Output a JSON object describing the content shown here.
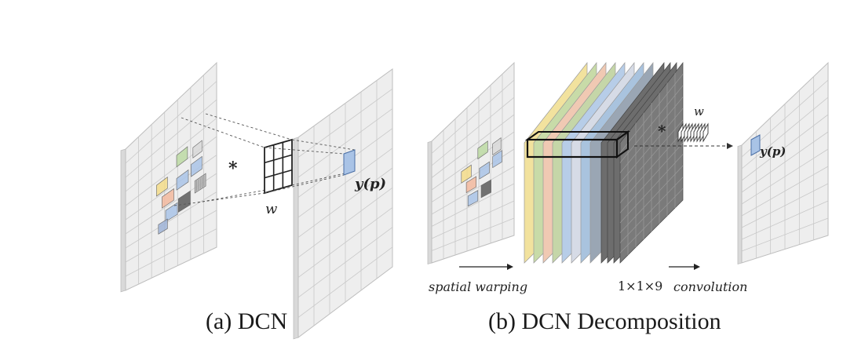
{
  "panel_a": {
    "caption": "(a) DCN",
    "operator": "*",
    "kernel_label": "w",
    "output_label": "y(p)"
  },
  "panel_b": {
    "caption": "(b) DCN Decomposition",
    "operator": "*",
    "kernel_label": "w",
    "output_label": "y(p)",
    "step1_label": "spatial warping",
    "step2_size": "1×1×9",
    "step2_label": "convolution"
  },
  "colors": {
    "grid_face": "#eeeeee",
    "grid_line": "#c8c8c8",
    "grid_side": "#d9d9d9",
    "yellow": "#f3dc8a",
    "green": "#bcd9a3",
    "blue": "#a9c3e6",
    "orange": "#f2b99d",
    "gray": "#b9b9b9",
    "dark": "#5a5a5a",
    "slice_colors": [
      "#f2e29e",
      "#c8dba8",
      "#f0c9b3",
      "#c5d6a8",
      "#b7cde8",
      "#d6dbe6",
      "#a9c3de",
      "#9aa6b4"
    ],
    "dark_stack": "#6d6d6d"
  }
}
